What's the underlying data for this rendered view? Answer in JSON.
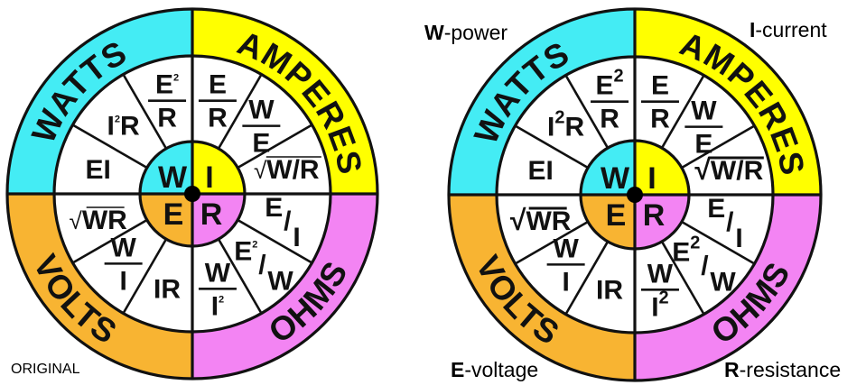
{
  "colors": {
    "watts": "#44ECF4",
    "amperes": "#FFFF00",
    "volts": "#F8B432",
    "ohms": "#F384F3",
    "line": "#111111"
  },
  "wheels": [
    {
      "caption": "ORIGINAL",
      "ring": {
        "watts": "WATTS",
        "amperes": "AMPERES",
        "volts": "VOLTS",
        "ohms": "OHMS"
      },
      "center": {
        "w": "W",
        "i": "I",
        "e": "E",
        "r": "R"
      },
      "formulas": {
        "watts": [
          {
            "type": "inline",
            "a": "EI"
          },
          {
            "type": "inline",
            "a": "I",
            "sup": "2",
            "b": "R"
          },
          {
            "type": "frac",
            "num": "E",
            "numsup": "2",
            "den": "R"
          }
        ],
        "amperes": [
          {
            "type": "frac",
            "num": "E",
            "den": "R"
          },
          {
            "type": "frac",
            "num": "W",
            "den": "E"
          },
          {
            "type": "sqrt",
            "radical": "√",
            "a": "W/R"
          }
        ],
        "ohms": [
          {
            "type": "slash",
            "num": "E",
            "slash": "/",
            "den": "I"
          },
          {
            "type": "slash",
            "num": "E",
            "numsup": "2",
            "slash": "/",
            "den": "W"
          },
          {
            "type": "frac",
            "num": "W",
            "den": "I",
            "densup": "2"
          }
        ],
        "volts": [
          {
            "type": "inline",
            "a": "IR"
          },
          {
            "type": "frac",
            "num": "W",
            "den": "I"
          },
          {
            "type": "sqrt",
            "radical": "√",
            "a": "WR"
          }
        ]
      }
    },
    {
      "legend": {
        "power": {
          "symbol": "W",
          "text": "-power"
        },
        "current": {
          "symbol": "I",
          "text": "-current"
        },
        "voltage": {
          "symbol": "E",
          "text": "-voltage"
        },
        "resistance": {
          "symbol": "R",
          "text": "-resistance"
        }
      },
      "ring": {
        "watts": "WATTS",
        "amperes": "AMPERES",
        "volts": "VOLTS",
        "ohms": "OHMS"
      },
      "center": {
        "w": "W",
        "i": "I",
        "e": "E",
        "r": "R"
      },
      "formulas": {
        "watts": [
          {
            "type": "inline",
            "a": "EI"
          },
          {
            "type": "inline",
            "a": "I",
            "sup": "2",
            "b": "R"
          },
          {
            "type": "frac",
            "num": "E",
            "numsup": "2",
            "den": "R"
          }
        ],
        "amperes": [
          {
            "type": "frac",
            "num": "E",
            "den": "R"
          },
          {
            "type": "frac",
            "num": "W",
            "den": "E"
          },
          {
            "type": "sqrt",
            "radical": "√",
            "a": "W/R"
          }
        ],
        "ohms": [
          {
            "type": "slash",
            "num": "E",
            "slash": "/",
            "den": "I"
          },
          {
            "type": "slash",
            "num": "E",
            "numsup": "2",
            "slash": "/",
            "den": "W"
          },
          {
            "type": "frac",
            "num": "W",
            "den": "I",
            "densup": "2"
          }
        ],
        "volts": [
          {
            "type": "inline",
            "a": "IR"
          },
          {
            "type": "frac",
            "num": "W",
            "den": "I"
          },
          {
            "type": "sqrt",
            "radical": "√",
            "a": "WR"
          }
        ]
      }
    }
  ]
}
